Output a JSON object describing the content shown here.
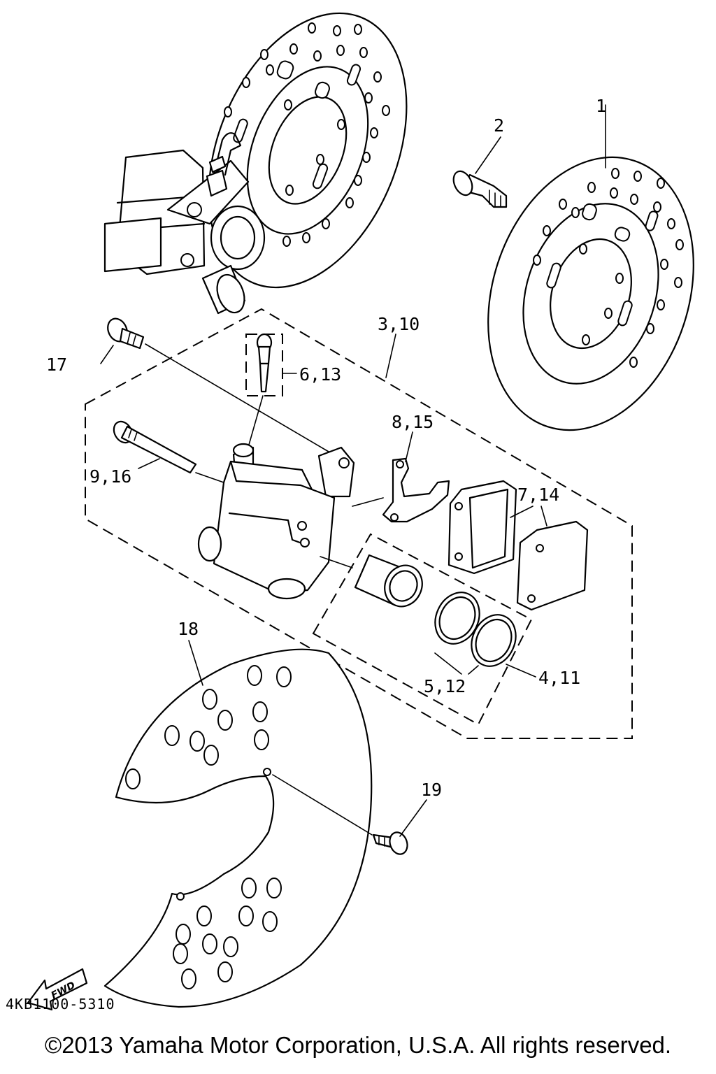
{
  "diagram": {
    "callouts": {
      "c1": "1",
      "c2": "2",
      "c3": "3,10",
      "c4": "4,11",
      "c5": "5,12",
      "c6": "6,13",
      "c7": "7,14",
      "c8": "8,15",
      "c9": "9,16",
      "c17": "17",
      "c18": "18",
      "c19": "19"
    },
    "fwd_arrow_label": "FWD",
    "diagram_code": "4KB1100-5310"
  },
  "footer": {
    "copyright": "©2013 Yamaha Motor Corporation, U.S.A. All rights reserved."
  }
}
